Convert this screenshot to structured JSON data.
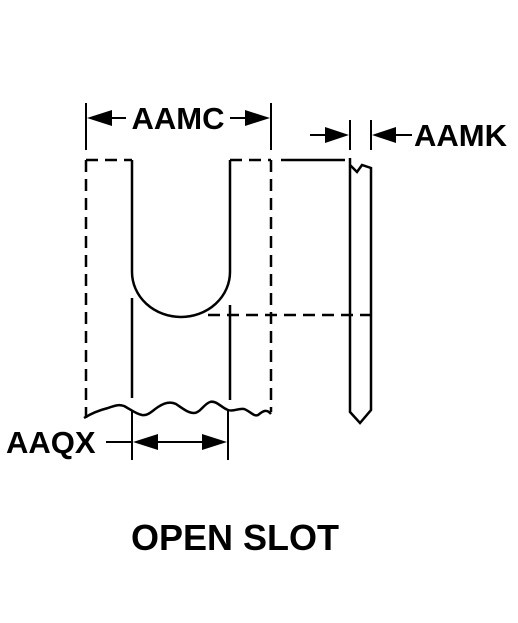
{
  "labels": {
    "width_dim": "AAMC",
    "thickness_dim": "AAMK",
    "slot_dim": "AAQX",
    "caption": "OPEN SLOT"
  }
}
